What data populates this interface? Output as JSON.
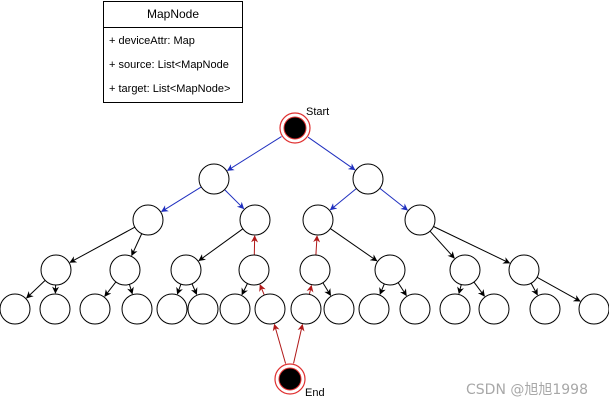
{
  "class_box": {
    "title": "MapNode",
    "attributes": [
      "+ deviceAttr: Map",
      "+ source: List<MapNode",
      "+ target: List<MapNode>"
    ]
  },
  "labels": {
    "start": "Start",
    "end": "End"
  },
  "watermark": "CSDN @旭旭1998",
  "colors": {
    "source_edge": "#1f2fbf",
    "path_edge": "#b01818",
    "normal_edge": "#000000",
    "terminal_ring": "#e03030",
    "terminal_fill": "#000000"
  }
}
